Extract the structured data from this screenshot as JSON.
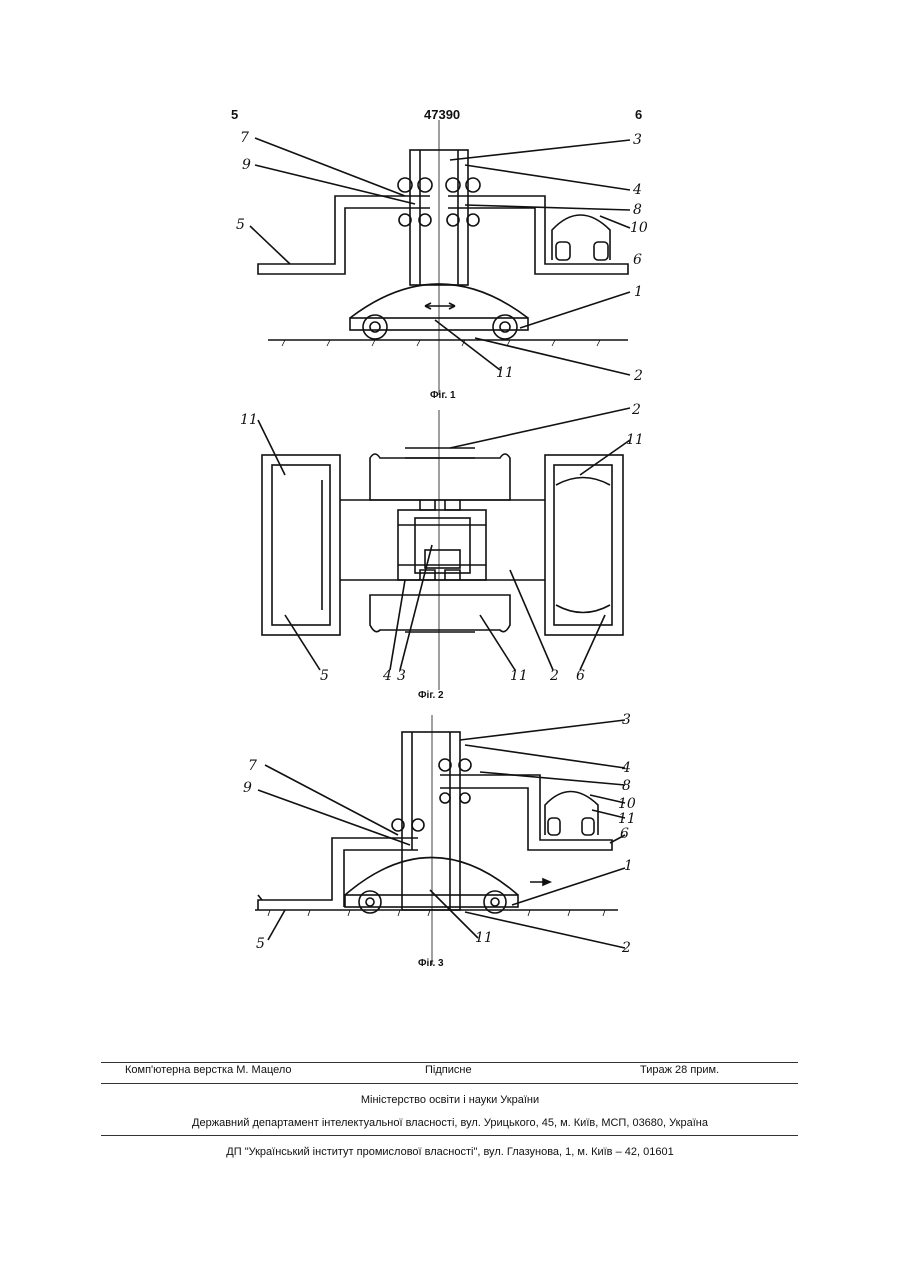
{
  "header": {
    "left_page": "5",
    "patent_number": "47390",
    "right_page": "6"
  },
  "figures": [
    {
      "caption": "Фіг. 1",
      "labels": [
        "7",
        "9",
        "5",
        "3",
        "4",
        "8",
        "10",
        "6",
        "1",
        "11",
        "2"
      ]
    },
    {
      "caption": "Фіг. 2",
      "labels": [
        "11",
        "2",
        "11",
        "5",
        "4",
        "3",
        "11",
        "2",
        "6"
      ]
    },
    {
      "caption": "Фіг. 3",
      "labels": [
        "3",
        "7",
        "4",
        "9",
        "8",
        "10",
        "11",
        "6",
        "1",
        "5",
        "11",
        "2"
      ]
    }
  ],
  "footer": {
    "layout": "Комп'ютерна верстка М. Мацело",
    "signed": "Підписне",
    "circulation": "Тираж 28 прим.",
    "ministry": "Міністерство освіти і науки України",
    "department": "Державний департамент інтелектуальної власності, вул. Урицького, 45, м. Київ, МСП, 03680, Україна",
    "institute": "ДП \"Український інститут промислової власності\", вул. Глазунова, 1, м. Київ – 42, 01601"
  }
}
